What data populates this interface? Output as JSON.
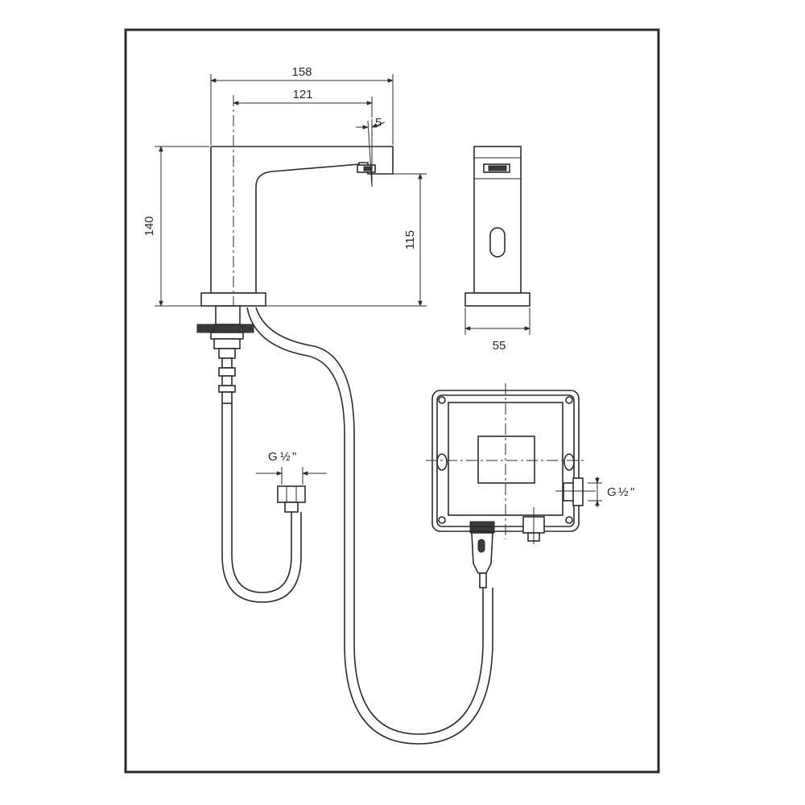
{
  "dimensions": {
    "overall_length": "158",
    "spout_center_distance": "121",
    "outlet_offset": "5",
    "total_height": "140",
    "outlet_height": "115",
    "body_width": "55"
  },
  "connections": {
    "hose_thread_label": "G",
    "hose_thread_fraction": "½",
    "hose_thread_unit": "\"",
    "box_thread_label": "G",
    "box_thread_fraction": "½",
    "box_thread_unit": "\""
  }
}
